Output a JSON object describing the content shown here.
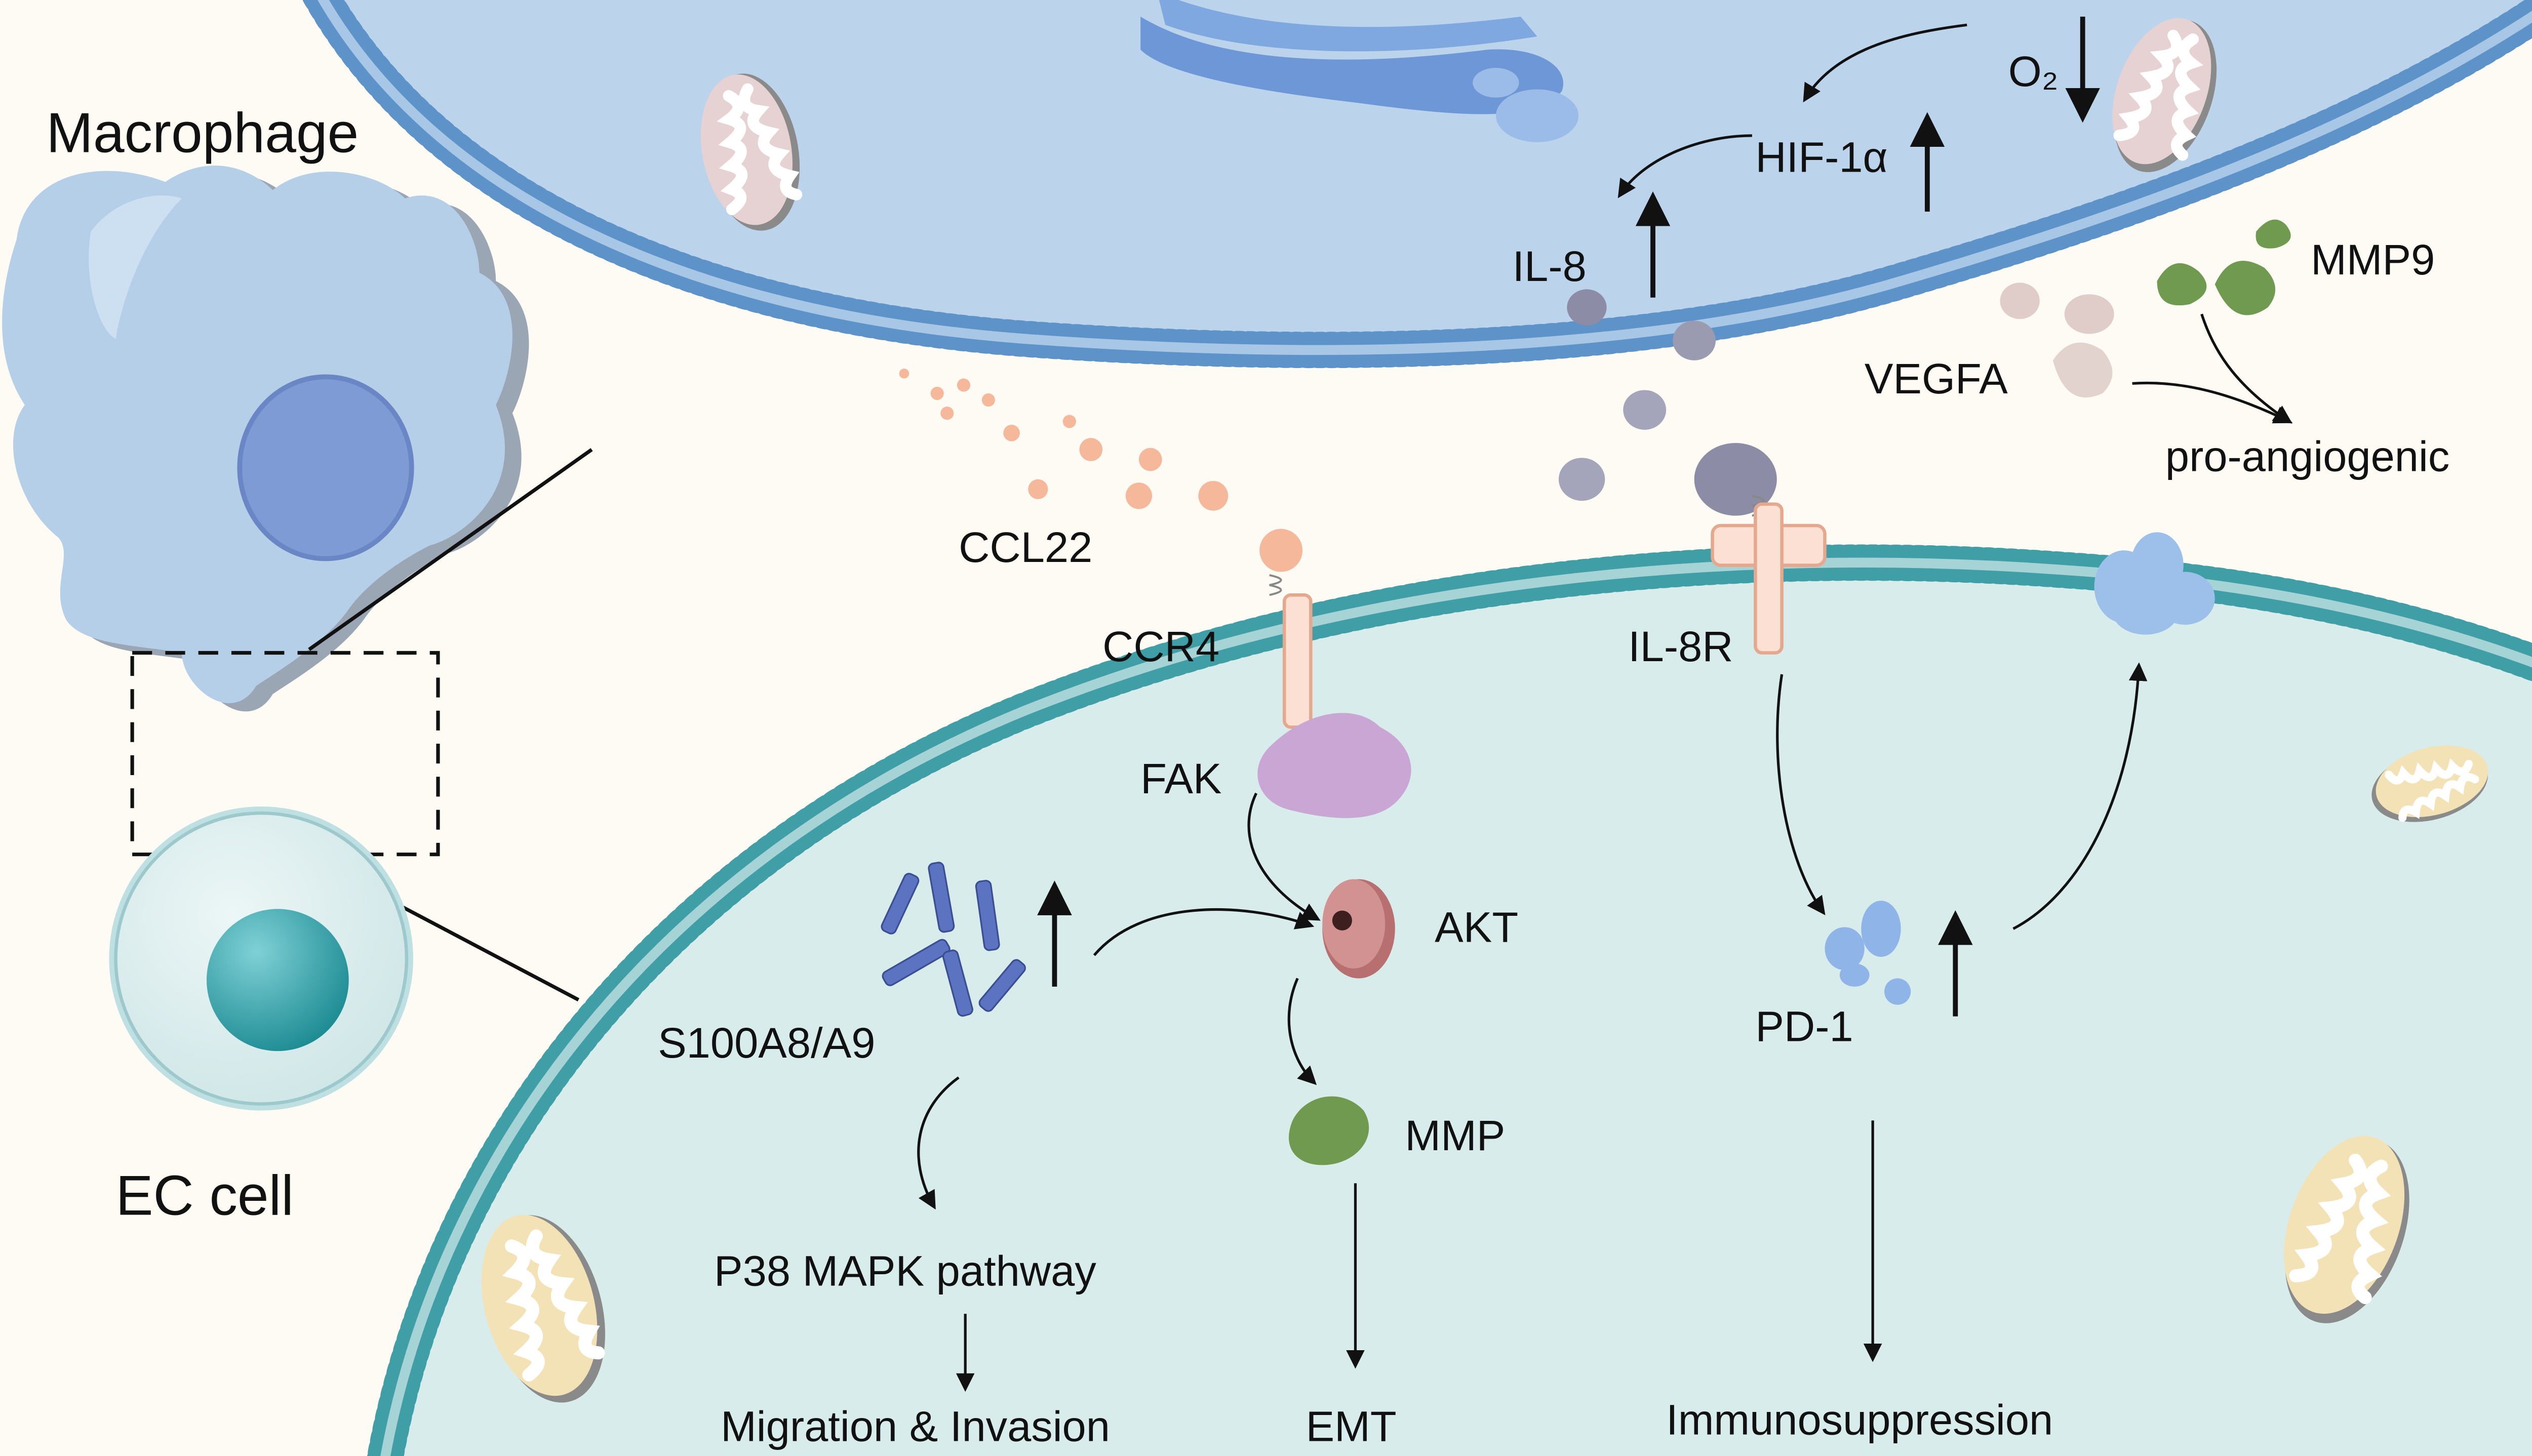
{
  "labels": {
    "macrophage": "Macrophage",
    "ec_cell": "EC cell",
    "o2": "O₂",
    "hif1a": "HIF-1α",
    "il8": "IL-8",
    "mmp9": "MMP9",
    "vegfa": "VEGFA",
    "pro_angiogenic": "pro-angiogenic",
    "ccl22": "CCL22",
    "ccr4": "CCR4",
    "il8r": "IL-8R",
    "fak": "FAK",
    "akt": "AKT",
    "s100a8a9": "S100A8/A9",
    "mmp": "MMP",
    "pd1": "PD-1",
    "p38": "P38 MAPK pathway",
    "migration": "Migration & Invasion",
    "emt": "EMT",
    "immunosuppression": "Immunosuppression"
  },
  "icons": {
    "mitochondrion": "mitochondrion-icon",
    "golgi": "golgi-apparatus-icon",
    "nucleus": "nucleus-icon",
    "receptor": "receptor-icon"
  },
  "colors": {
    "background": "#fdfbf3",
    "macrophage_cell": "#bcd3ec",
    "macrophage_membrane": "#5d93c9",
    "ec_cell": "#d9ecec",
    "ec_membrane": "#3f9ea6",
    "nucleus_blue": "#6f8fd0",
    "nucleus_teal": "#1d8b93",
    "ccl22": "#f6b89b",
    "fak": "#c9a6d4",
    "akt": "#b86f6f",
    "mmp": "#6f9a4f",
    "pd1": "#8fb4e8",
    "il8": "#8c8ca6",
    "s100": "#5b73c0"
  }
}
